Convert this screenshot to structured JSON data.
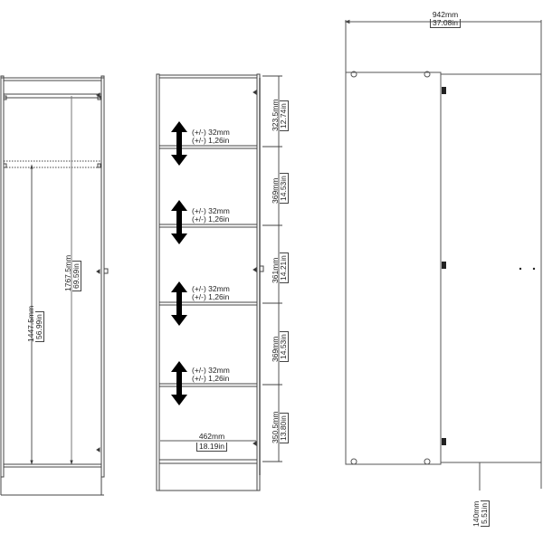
{
  "views": {
    "side_section": {
      "dims": [
        {
          "mm": "1447.5mm",
          "in": "56.99in"
        },
        {
          "mm": "1767.5mm",
          "in": "69.59in"
        }
      ]
    },
    "front_shelves": {
      "shelf_adjust": [
        {
          "mm": "(+/-) 32mm",
          "in": "(+/-) 1,26in"
        },
        {
          "mm": "(+/-) 32mm",
          "in": "(+/-) 1,26in"
        },
        {
          "mm": "(+/-) 32mm",
          "in": "(+/-) 1,26in"
        },
        {
          "mm": "(+/-) 32mm",
          "in": "(+/-) 1,26in"
        }
      ],
      "heights": [
        {
          "mm": "323.5mm",
          "in": "12.74in"
        },
        {
          "mm": "369mm",
          "in": "14.53in"
        },
        {
          "mm": "361mm",
          "in": "14.21in"
        },
        {
          "mm": "369mm",
          "in": "14.53in"
        },
        {
          "mm": "350.5mm",
          "in": "13.80in"
        }
      ],
      "inner_width": {
        "mm": "462mm",
        "in": "18.19in"
      }
    },
    "open_door_top": {
      "total_width": {
        "mm": "942mm",
        "in": "37.08in"
      },
      "base_offset": {
        "mm": "140mm",
        "in": "5.51in"
      }
    }
  },
  "colors": {
    "line": "#444444",
    "light_line": "#888888",
    "arrow": "#000000"
  }
}
